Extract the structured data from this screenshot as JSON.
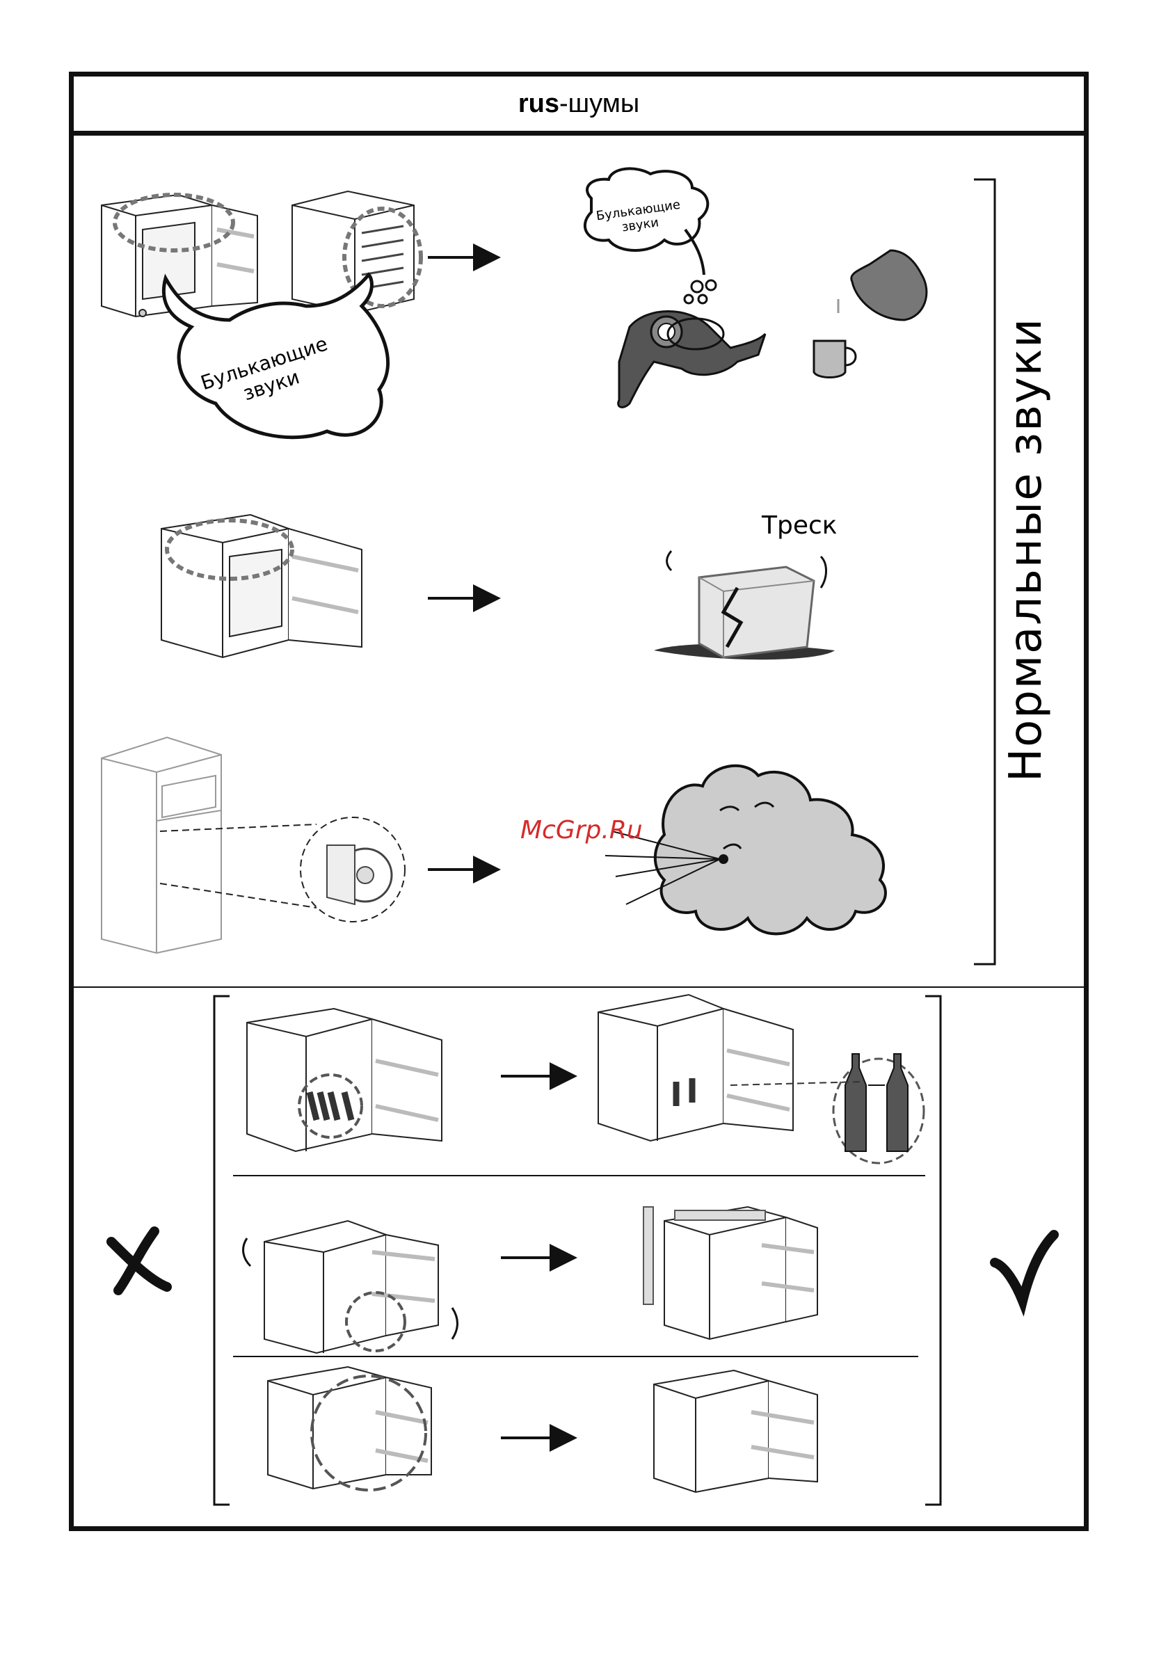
{
  "header": {
    "prefix": "rus",
    "title": "-шумы"
  },
  "side_label": "Нормальные звуки",
  "bubbles": {
    "large": "Булькающие\nзвуки",
    "small": "Булькающие\nзвуки"
  },
  "crack_label": "Треск",
  "watermark": "McGrp.Ru",
  "marks": {
    "wrong_icon": "cross-mark-icon",
    "right_icon": "check-mark-icon"
  }
}
